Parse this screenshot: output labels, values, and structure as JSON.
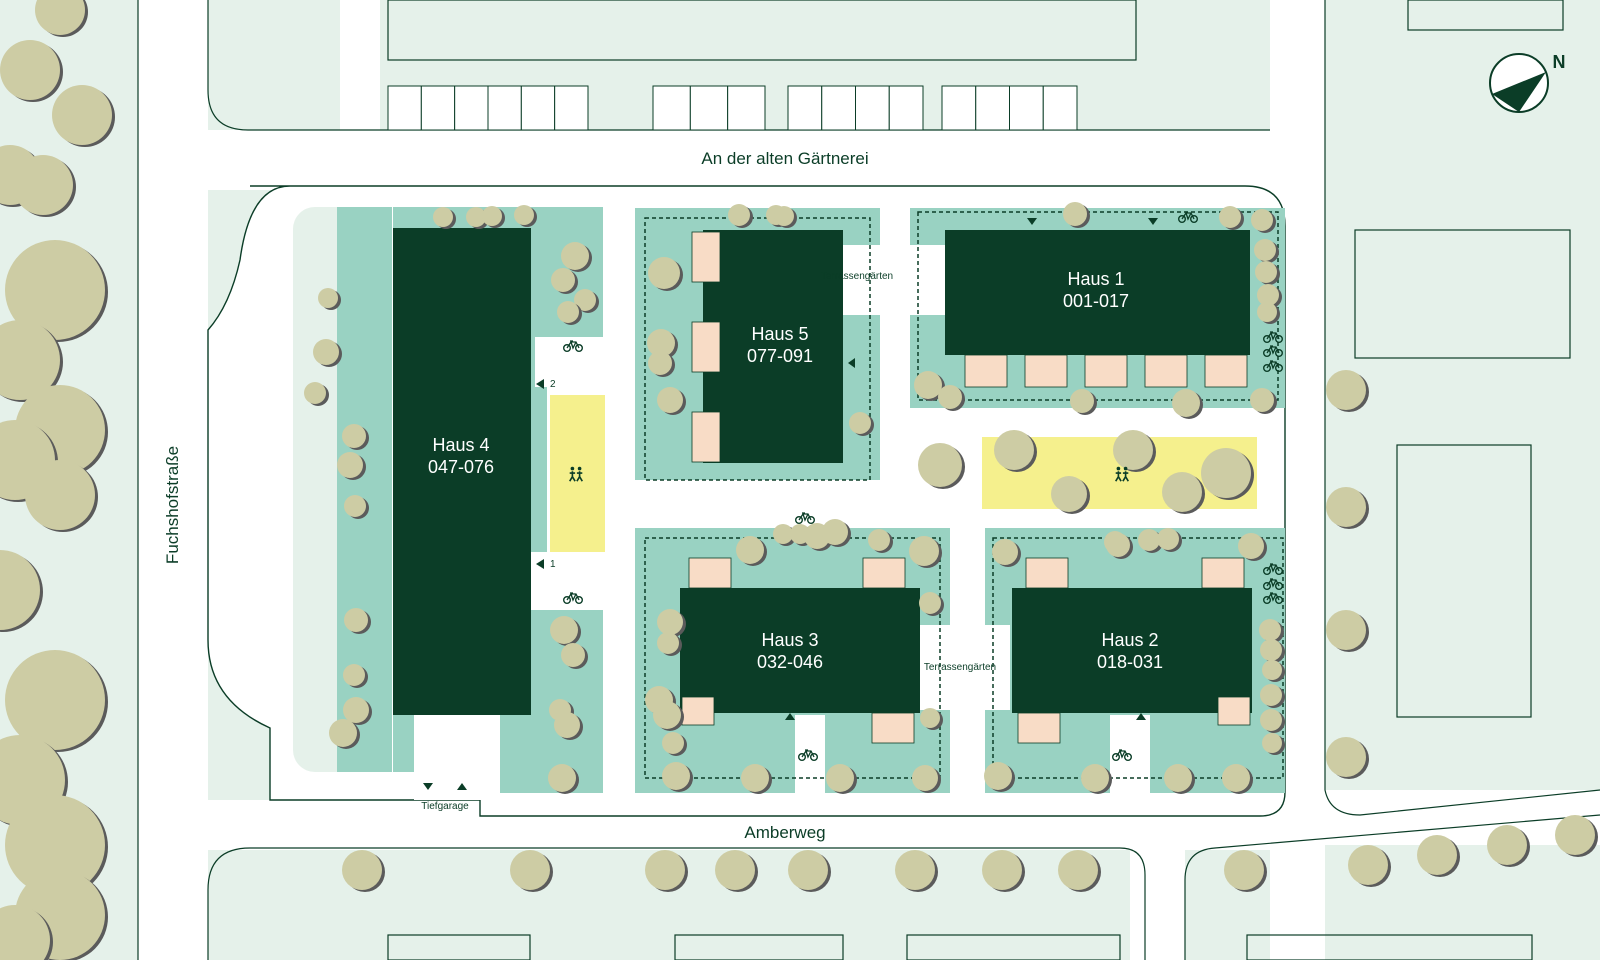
{
  "colors": {
    "background": "#e5f1ea",
    "road": "#ffffff",
    "outline": "#0b3d27",
    "building": "#0b3d27",
    "garden": "#99d2c2",
    "terrace": "#f8dcc6",
    "playground": "#f5f08d",
    "tree": "#cdcca4",
    "tree_shadow": "#5b5b5b"
  },
  "streets": {
    "north": "An der alten Gärtnerei",
    "south": "Amberweg",
    "west": "Fuchshofstraße"
  },
  "buildings": [
    {
      "name": "Haus 1",
      "units": "001-017"
    },
    {
      "name": "Haus 2",
      "units": "018-031"
    },
    {
      "name": "Haus 3",
      "units": "032-046"
    },
    {
      "name": "Haus 4",
      "units": "047-076"
    },
    {
      "name": "Haus 5",
      "units": "077-091"
    }
  ],
  "labels": {
    "terrace_gardens": "Terrassengärten",
    "underground_garage": "Tiefgarage",
    "entrance_1": "1",
    "entrance_2": "2",
    "north": "N"
  },
  "icons": {
    "bike": "bicycle-icon",
    "playground": "playground-icon",
    "entrance": "entrance-arrow-icon",
    "compass": "north-arrow-icon"
  }
}
